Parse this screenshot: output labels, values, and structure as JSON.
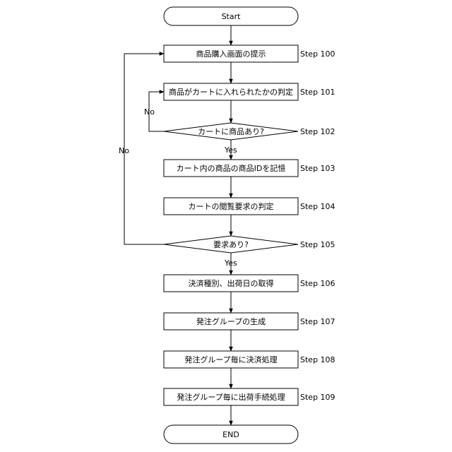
{
  "flowchart": {
    "start": "Start",
    "end": "END",
    "steps": [
      {
        "id": "s100",
        "label": "商品購入画面の提示",
        "step": "Step 100"
      },
      {
        "id": "s101",
        "label": "商品がカートに入れられたかの判定",
        "step": "Step 101"
      },
      {
        "id": "s102",
        "label": "カートに商品あり?",
        "step": "Step 102"
      },
      {
        "id": "s103",
        "label": "カート内の商品の商品IDを記憶",
        "step": "Step 103"
      },
      {
        "id": "s104",
        "label": "カートの閲覧要求の判定",
        "step": "Step 104"
      },
      {
        "id": "s105",
        "label": "要求あり?",
        "step": "Step 105"
      },
      {
        "id": "s106",
        "label": "決済種別、出荷日の取得",
        "step": "Step 106"
      },
      {
        "id": "s107",
        "label": "発注グループの生成",
        "step": "Step 107"
      },
      {
        "id": "s108",
        "label": "発注グループ毎に決済処理",
        "step": "Step 108"
      },
      {
        "id": "s109",
        "label": "発注グループ毎に出荷手続処理",
        "step": "Step 109"
      }
    ],
    "edge_labels": {
      "s102_yes": "Yes",
      "s102_no": "No",
      "s105_yes": "Yes",
      "s105_no": "No"
    }
  }
}
